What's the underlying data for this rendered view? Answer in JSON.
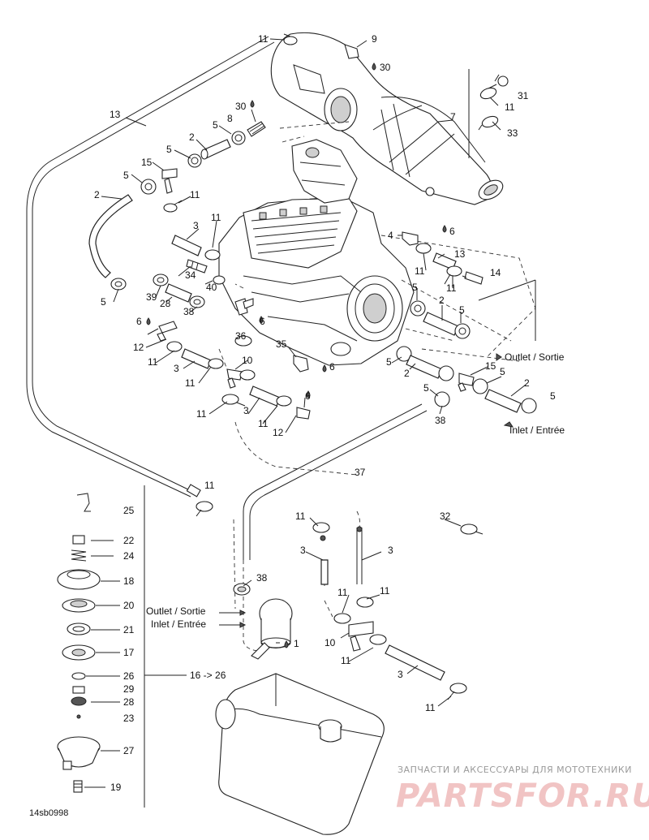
{
  "diagram": {
    "code": "14sb0998",
    "callouts": {
      "c11_top": "11",
      "c9": "9",
      "c30_top": "30",
      "c31": "31",
      "c11_r31": "11",
      "c33": "33",
      "c13_left": "13",
      "c30_mid": "30",
      "c8": "8",
      "c7": "7",
      "c5_a": "5",
      "c2_a": "2",
      "c5_b": "5",
      "c15_a": "15",
      "c5_c": "5",
      "c2_b": "2",
      "c11_a": "11",
      "c3_a": "3",
      "c11_b": "11",
      "c6_a": "6",
      "c4": "4",
      "c13_r": "13",
      "c11_c": "11",
      "c14": "14",
      "c11_d": "11",
      "c5_l": "5",
      "c39": "39",
      "c34": "34",
      "c40": "40",
      "c28_a": "28",
      "c38_a": "38",
      "c5_m": "5",
      "c2_m": "2",
      "c5_n": "5",
      "c6_b": "6",
      "c36": "36",
      "c6_c": "6",
      "c12_a": "12",
      "c11_e": "11",
      "c3_b": "3",
      "c10_a": "10",
      "c11_f": "11",
      "c35": "35",
      "c6_d": "6",
      "c5_o": "5",
      "c2_o": "2",
      "c15_b": "15",
      "c5_p": "5",
      "c2_p": "2",
      "c5_q": "5",
      "c5_r": "5",
      "c38_b": "38",
      "c11_g": "11",
      "c3_c": "3",
      "c11_h": "11",
      "c6_e": "6",
      "c12_b": "12",
      "c37": "37",
      "c11_i": "11",
      "c25": "25",
      "c22": "22",
      "c24": "24",
      "c18": "18",
      "c20": "20",
      "c21": "21",
      "c17": "17",
      "c26": "26",
      "c29": "29",
      "c28_b": "28",
      "c23": "23",
      "c27": "27",
      "c19": "19",
      "c16": "16 -> 26",
      "c38_c": "38",
      "c1": "1",
      "c11_j": "11",
      "c3_d": "3",
      "c3_e": "3",
      "c32": "32",
      "c11_k": "11",
      "c11_l": "11",
      "c10_b": "10",
      "c11_m": "11",
      "c3_f": "3",
      "c11_n": "11"
    },
    "notes": {
      "outlet1": "Outlet / Sortie",
      "inlet1": "Inlet / Entrée",
      "outlet2": "Outlet / Sortie",
      "inlet2": "Inlet / Entrée"
    }
  },
  "watermark": {
    "line1": "ЗАПЧАСТИ И АКСЕССУАРЫ ДЛЯ МОТОТЕХНИКИ",
    "line2": "PARTSFOR.RU"
  }
}
